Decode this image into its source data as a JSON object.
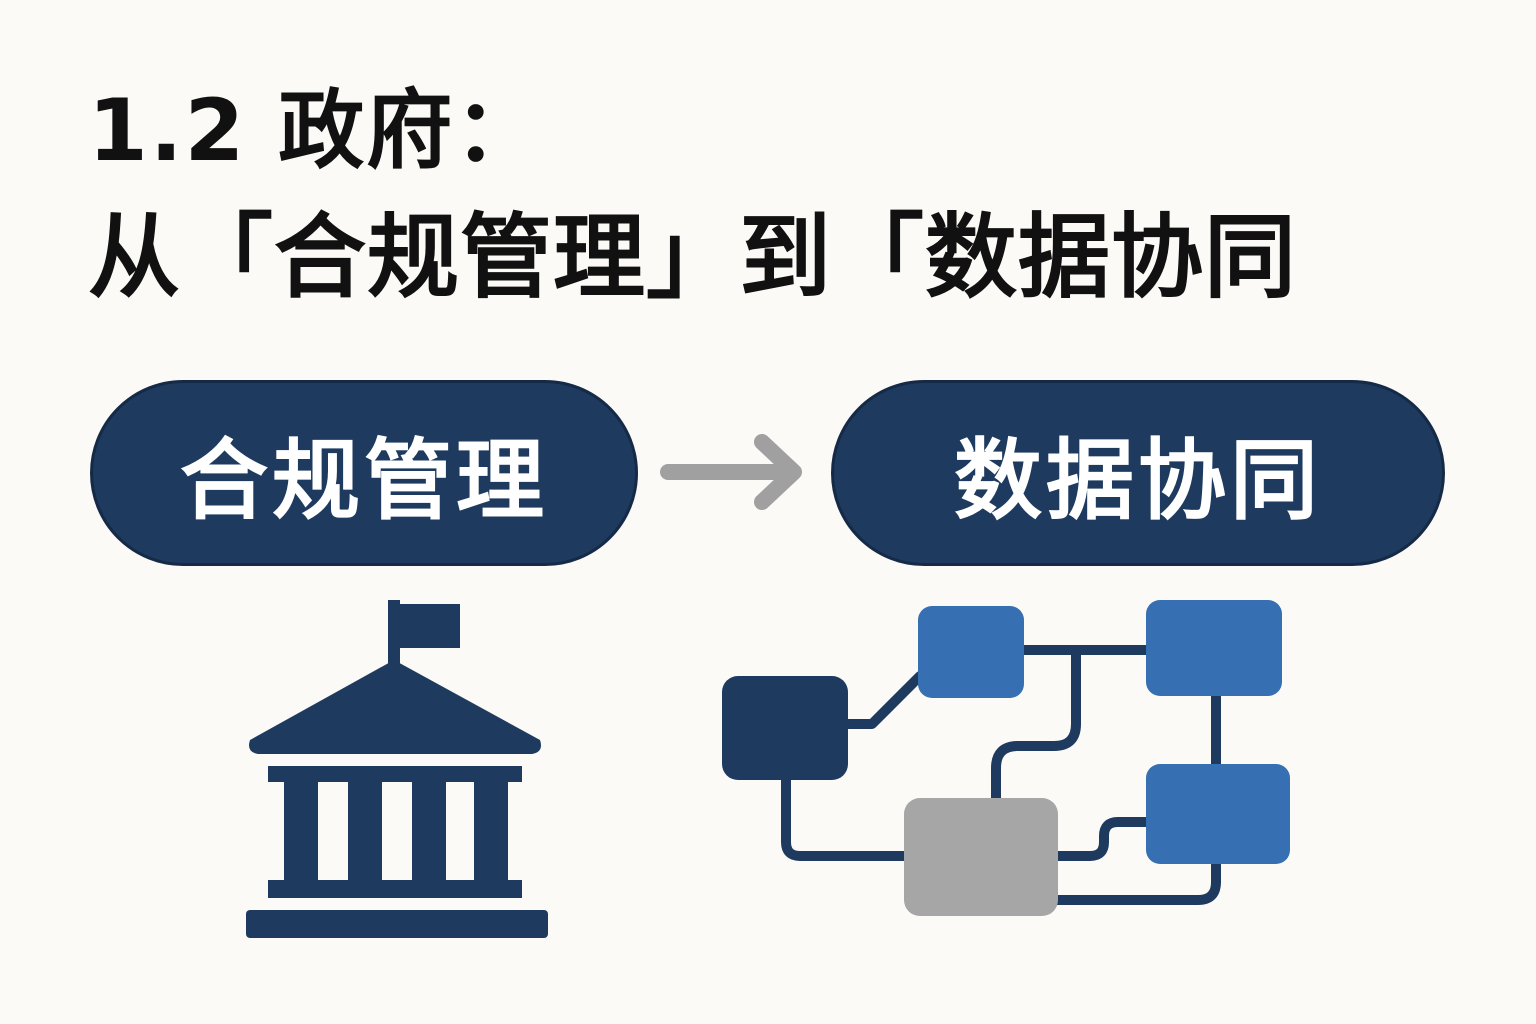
{
  "title": {
    "line1": "1.2  政府：",
    "line2": "从「合规管理」到「数据协同"
  },
  "from_stage": {
    "label": "合规管理",
    "icon": "government-building-icon"
  },
  "to_stage": {
    "label": "数据协同",
    "icon": "data-network-icon"
  },
  "colors": {
    "background": "#fbfaf6",
    "navy": "#1e3a5f",
    "blue": "#3670b2",
    "gray": "#a6a6a6",
    "arrow": "#a0a0a0",
    "text": "#111111"
  }
}
